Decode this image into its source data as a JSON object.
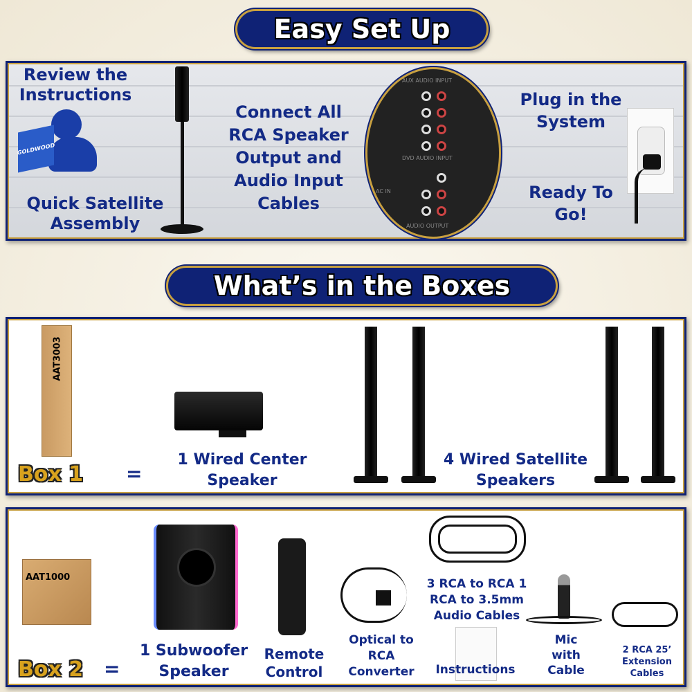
{
  "setup": {
    "title": "Easy Set Up",
    "steps": {
      "review": "Review the Instructions",
      "assembly": "Quick Satellite Assembly",
      "connect": "Connect All RCA Speaker Output and Audio Input Cables",
      "plug": "Plug in the System",
      "ready": "Ready To Go!"
    },
    "book_logo": "GOLDWOOD",
    "panel_labels": {
      "aux": "AUX AUDIO INPUT",
      "dvd": "DVD AUDIO INPUT",
      "output": "AUDIO OUTPUT",
      "acin": "AC IN"
    }
  },
  "boxes": {
    "title": "What’s in the Boxes",
    "box1": {
      "label": "Box 1",
      "equals": "=",
      "model": "AAT3003",
      "center": "1 Wired Center Speaker",
      "satellites": "4 Wired Satellite Speakers"
    },
    "box2": {
      "label": "Box 2",
      "equals": "=",
      "model": "AAT1000",
      "subwoofer": "1 Subwoofer Speaker",
      "remote": "Remote Control",
      "converter": "Optical to RCA Converter",
      "cables": "3 RCA to RCA 1 RCA to 3.5mm Audio Cables",
      "instructions": "Instructions",
      "mic": "Mic with Cable",
      "extension": "2 RCA 25’ Extension Cables"
    }
  },
  "colors": {
    "navy": "#0f2275",
    "text": "#132a86",
    "gold": "#d8a21e"
  }
}
